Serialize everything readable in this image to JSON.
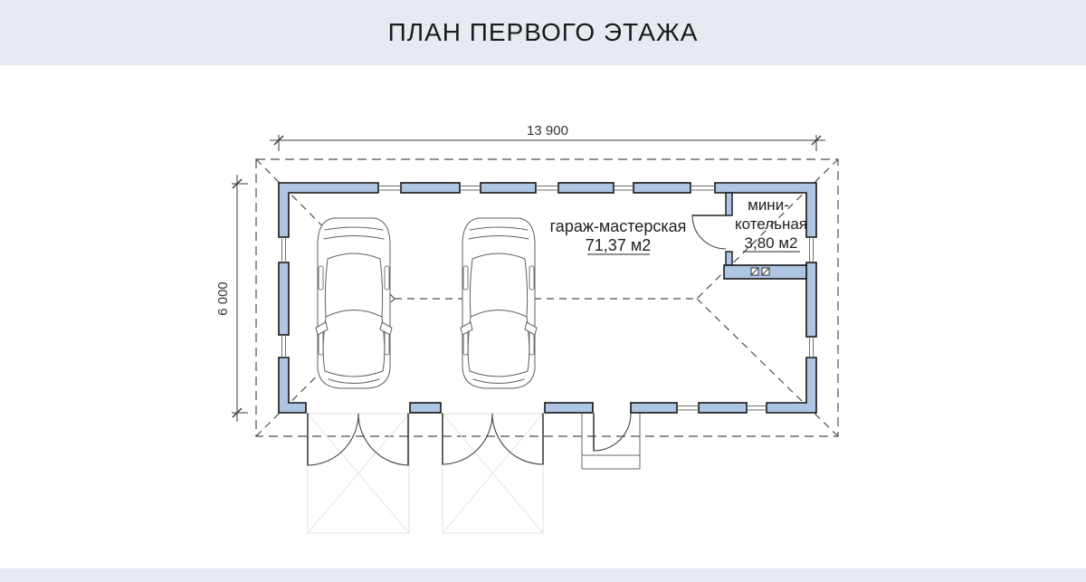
{
  "header": {
    "title": "ПЛАН ПЕРВОГО ЭТАЖА"
  },
  "plan": {
    "dimension_width_label": "13 900",
    "dimension_height_label": "6 000",
    "rooms": {
      "garage": {
        "name": "гараж-мастерская",
        "area": "71,37 м2"
      },
      "boiler": {
        "name_line1": "мини-",
        "name_line2": "котельная",
        "area": "3,80 м2"
      }
    }
  },
  "colors": {
    "band_bg": "#e8eaf2",
    "wall_fill": "#aec6e3",
    "wall_outline": "#141414",
    "dash": "#4d4d4d",
    "label_text": "#1f1f1f",
    "dim_text": "#333333"
  }
}
